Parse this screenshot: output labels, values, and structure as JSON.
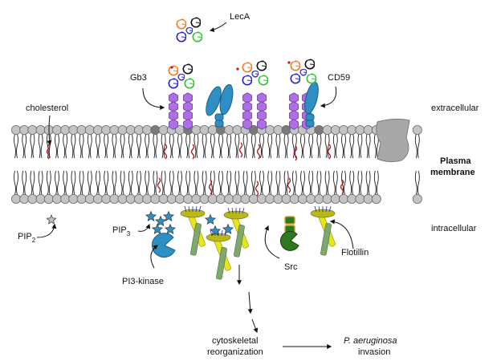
{
  "labels": {
    "leca": "LecA",
    "gb3": "Gb3",
    "cd59": "CD59",
    "cholesterol": "cholesterol",
    "extracellular": "extracellular",
    "plasma_line1": "Plasma",
    "plasma_line2": "membrane",
    "intracellular": "intracellular",
    "pip2_base": "PIP",
    "pip2_sub": "2",
    "pip3_base": "PIP",
    "pip3_sub": "3",
    "pi3_kinase": "PI3-kinase",
    "src": "Src",
    "flotillin": "Flotillin",
    "cyto_line1": "cytoskeletal",
    "cyto_line2": "reorganization",
    "pa_line1": "P. aeruginosa",
    "pa_line2": "invasion"
  },
  "colors": {
    "lipid_head": "#c4c4c4",
    "raft_head": "#7a7a7a",
    "gb3_sugar": "#b06ee6",
    "cd59_protein": "#2e8fc4",
    "pip_star": "#2e8fc4",
    "flotillin_yellow": "#e6e619",
    "flotillin_disc": "#b8b81a",
    "src_green": "#2d7a1e",
    "raft_teal": "#7fa86a",
    "cholesterol_red": "#b01818",
    "leca_green": "#2ec42e",
    "leca_blue": "#2424c8",
    "leca_orange": "#f07a28",
    "leca_black": "#111111",
    "leca_red": "#d01414"
  }
}
